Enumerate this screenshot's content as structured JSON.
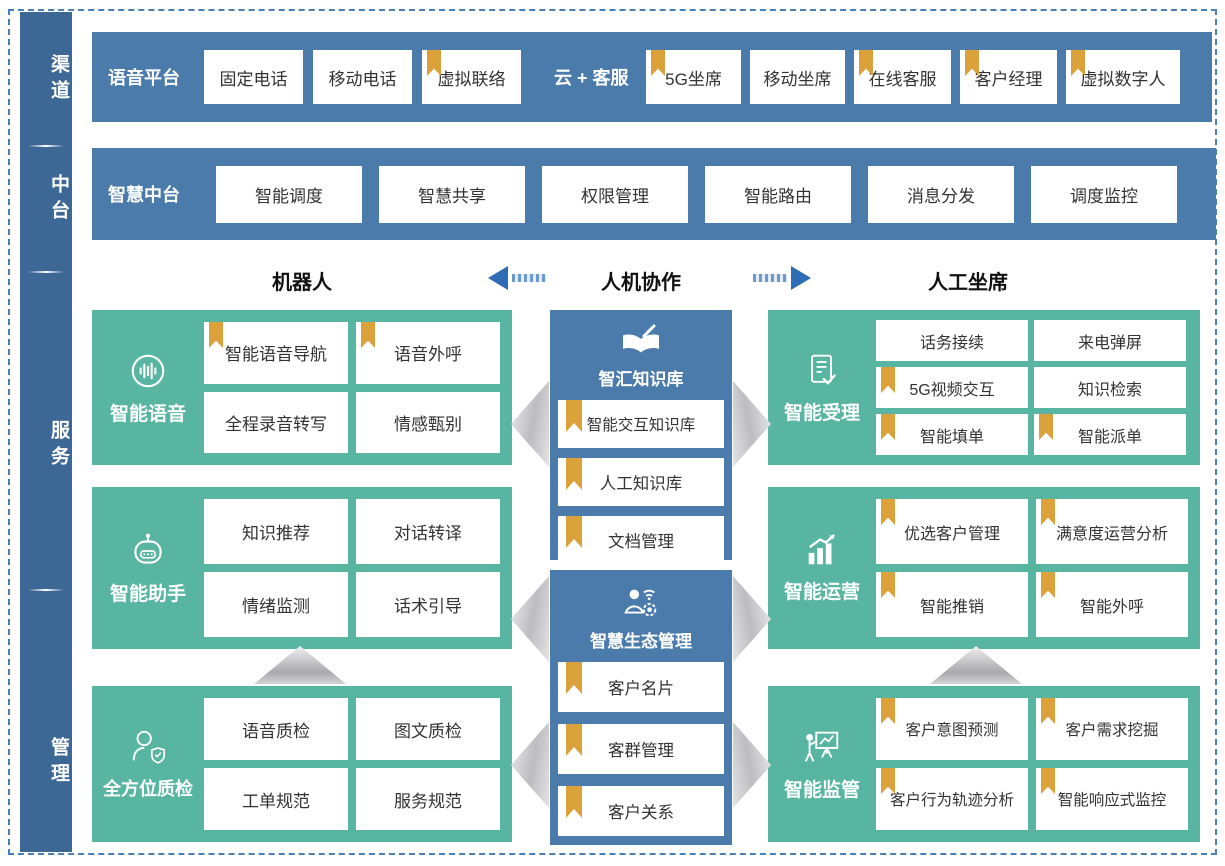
{
  "colors": {
    "panel_blue": "#4b7bab",
    "sidebar_blue": "#3d6896",
    "green": "#58b5a1",
    "gold": "#dba13b",
    "arrow_blue": "#2e6cb5",
    "frame_dash": "#4a7fb5"
  },
  "sidebar": {
    "items": [
      {
        "label": "渠道"
      },
      {
        "label": "中台"
      },
      {
        "label": "服务"
      },
      {
        "label": "管理"
      }
    ]
  },
  "channels": {
    "voice_platform": {
      "title": "语音平台",
      "items": [
        {
          "label": "固定电话",
          "bookmark": false
        },
        {
          "label": "移动电话",
          "bookmark": false
        },
        {
          "label": "虚拟联络",
          "bookmark": true
        }
      ]
    },
    "cloud_service": {
      "title": "云 + 客服",
      "items": [
        {
          "label": "5G坐席",
          "bookmark": true
        },
        {
          "label": "移动坐席",
          "bookmark": false
        },
        {
          "label": "在线客服",
          "bookmark": true
        },
        {
          "label": "客户经理",
          "bookmark": true
        },
        {
          "label": "虚拟数字人",
          "bookmark": true
        }
      ]
    }
  },
  "middle_platform": {
    "title": "智慧中台",
    "items": [
      {
        "label": "智能调度"
      },
      {
        "label": "智慧共享"
      },
      {
        "label": "权限管理"
      },
      {
        "label": "智能路由"
      },
      {
        "label": "消息分发"
      },
      {
        "label": "调度监控"
      }
    ]
  },
  "lane_headers": {
    "left": "机器人",
    "center": "人机协作",
    "right": "人工坐席"
  },
  "robot_lane": {
    "sections": [
      {
        "title": "智能语音",
        "icon": "voice-wave-icon",
        "items": [
          {
            "label": "智能语音导航",
            "bookmark": true
          },
          {
            "label": "语音外呼",
            "bookmark": true
          },
          {
            "label": "全程录音转写",
            "bookmark": false
          },
          {
            "label": "情感甄别",
            "bookmark": false
          }
        ]
      },
      {
        "title": "智能助手",
        "icon": "robot-icon",
        "items": [
          {
            "label": "知识推荐",
            "bookmark": false
          },
          {
            "label": "对话转译",
            "bookmark": false
          },
          {
            "label": "情绪监测",
            "bookmark": false
          },
          {
            "label": "话术引导",
            "bookmark": false
          }
        ]
      },
      {
        "title": "全方位质检",
        "icon": "person-shield-icon",
        "items": [
          {
            "label": "语音质检",
            "bookmark": false
          },
          {
            "label": "图文质检",
            "bookmark": false
          },
          {
            "label": "工单规范",
            "bookmark": false
          },
          {
            "label": "服务规范",
            "bookmark": false
          }
        ]
      }
    ]
  },
  "collaboration_lane": {
    "sections": [
      {
        "title": "智汇知识库",
        "icon": "knowledge-book-icon",
        "items": [
          {
            "label": "智能交互知识库",
            "bookmark": true
          },
          {
            "label": "人工知识库",
            "bookmark": true
          },
          {
            "label": "文档管理",
            "bookmark": true
          }
        ]
      },
      {
        "title": "智慧生态管理",
        "icon": "ecosystem-person-icon",
        "items": [
          {
            "label": "客户名片",
            "bookmark": true
          },
          {
            "label": "客群管理",
            "bookmark": true
          },
          {
            "label": "客户关系",
            "bookmark": true
          }
        ]
      }
    ]
  },
  "agent_lane": {
    "sections": [
      {
        "title": "智能受理",
        "icon": "document-check-icon",
        "items": [
          {
            "label": "话务接续",
            "bookmark": false
          },
          {
            "label": "来电弹屏",
            "bookmark": false
          },
          {
            "label": "5G视频交互",
            "bookmark": true
          },
          {
            "label": "知识检索",
            "bookmark": false
          },
          {
            "label": "智能填单",
            "bookmark": true
          },
          {
            "label": "智能派单",
            "bookmark": true
          }
        ]
      },
      {
        "title": "智能运营",
        "icon": "chart-growth-icon",
        "items": [
          {
            "label": "优选客户管理",
            "bookmark": true
          },
          {
            "label": "满意度运营分析",
            "bookmark": true
          },
          {
            "label": "智能推销",
            "bookmark": true
          },
          {
            "label": "智能外呼",
            "bookmark": true
          }
        ]
      },
      {
        "title": "智能监管",
        "icon": "presentation-person-icon",
        "items": [
          {
            "label": "客户意图预测",
            "bookmark": true
          },
          {
            "label": "客户需求挖掘",
            "bookmark": true
          },
          {
            "label": "客户行为轨迹分析",
            "bookmark": true
          },
          {
            "label": "智能响应式监控",
            "bookmark": true
          }
        ]
      }
    ]
  }
}
